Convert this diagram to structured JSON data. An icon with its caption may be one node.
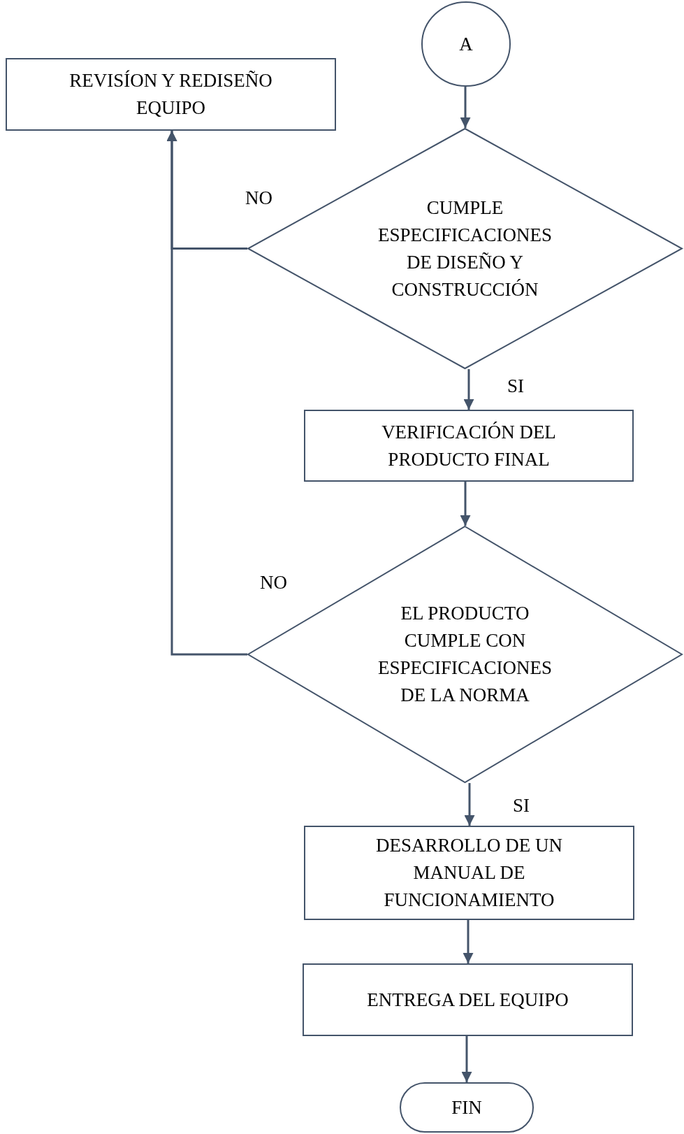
{
  "diagram": {
    "nodes": [
      {
        "text": [
          "A"
        ]
      },
      {
        "text": [
          "REVISÍON Y REDISEÑO EQUIPO"
        ]
      },
      {
        "text": [
          "CUMPLE ESPECIFICACIONES DE DISEÑO Y CONSTRUCCIÓN"
        ]
      },
      {
        "text": [
          "VERIFICACIÓN DEL PRODUCTO FINAL"
        ]
      },
      {
        "text": [
          "EL PRODUCTO CUMPLE CON ESPECIFICACIONES DE LA NORMA"
        ]
      },
      {
        "text": [
          "DESARROLLO DE UN MANUAL DE FUNCIONAMIENTO"
        ]
      },
      {
        "text": [
          "ENTREGA DEL EQUIPO"
        ]
      },
      {
        "text": [
          "FIN"
        ]
      }
    ],
    "edges": [
      {
        "from": 0,
        "to": 2,
        "arrow": "to"
      },
      {
        "from": 2,
        "to": 1,
        "arrow": "to",
        "label": "NO"
      },
      {
        "from": 2,
        "to": 3,
        "arrow": "to",
        "label": "SI"
      },
      {
        "from": 3,
        "to": 4,
        "arrow": "to"
      },
      {
        "from": 4,
        "to": 1,
        "arrow": "to",
        "label": "NO"
      },
      {
        "from": 4,
        "to": 5,
        "arrow": "to",
        "label": "SI"
      },
      {
        "from": 5,
        "to": 6,
        "arrow": "to"
      },
      {
        "from": 6,
        "to": 7,
        "arrow": "to"
      }
    ]
  }
}
